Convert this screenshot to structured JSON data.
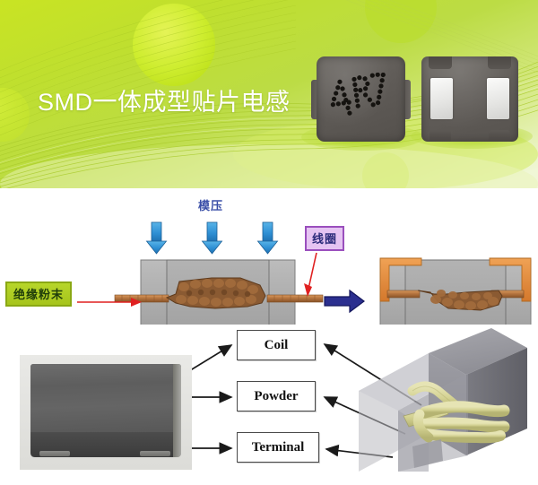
{
  "banner": {
    "title": "SMD一体成型贴片电感",
    "background_start": "#c3e02a",
    "background_end": "#eef5cf",
    "title_color": "#ffffff",
    "products": [
      {
        "name": "inductor-top-view",
        "marking": "4R7",
        "body_color": "#605c58"
      },
      {
        "name": "inductor-bottom-view",
        "marking": "",
        "body_color": "#625e5a",
        "pad_color": "#efefed"
      }
    ]
  },
  "process_diagram": {
    "mould_label": "模压",
    "mould_label_color": "#3a4fa8",
    "coil_label": "线圈",
    "coil_box_fill": "#e5c4f2",
    "coil_box_border": "#9a4fbd",
    "powder_label": "绝缘粉末",
    "powder_box_fill": "#b7d62a",
    "powder_box_border": "#8aa814",
    "press_arrow_color": "#2e8fd4",
    "pointer_arrow_color": "#e02020",
    "transition_arrow_color": "#2b2f8f",
    "mold_body_color": "#a9a9a9",
    "coil_wire_color": "#b5743f",
    "terminal_color": "#e08b3a",
    "press_arrow_count": 3
  },
  "cutaway": {
    "callouts": [
      {
        "label": "Coil"
      },
      {
        "label": "Powder"
      },
      {
        "label": "Terminal"
      }
    ],
    "callout_border": "#4a4a4a",
    "arrow_color": "#1a1a1a",
    "photo_label": "molded-inductor-photo",
    "model_label": "3d-cutaway-model",
    "model_coil_color": "#d9d79a",
    "model_body_color": "#8e8e94"
  }
}
